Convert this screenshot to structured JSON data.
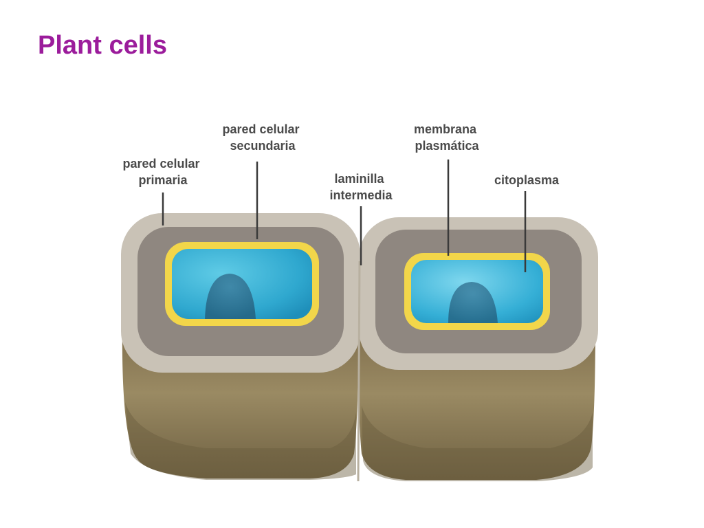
{
  "slide": {
    "title": "Plant cells"
  },
  "diagram": {
    "labels": {
      "primary_wall": [
        "pared celular",
        "primaria"
      ],
      "secondary_wall": [
        "pared celular",
        "secundaria"
      ],
      "middle_lamella": [
        "laminilla",
        "intermedia"
      ],
      "plasma_membrane": [
        "membrana",
        "plasmática"
      ],
      "cytoplasm": [
        "citoplasma"
      ]
    },
    "colors": {
      "title": "#9b1c9b",
      "label_text": "#4a4a4a",
      "outer_wall_side": "#8b7a55",
      "primary_wall_top": "#c9c2b6",
      "secondary_wall_top": "#8f8780",
      "membrane": "#f2d64a",
      "cytoplasm": "#3fb3d6"
    }
  }
}
